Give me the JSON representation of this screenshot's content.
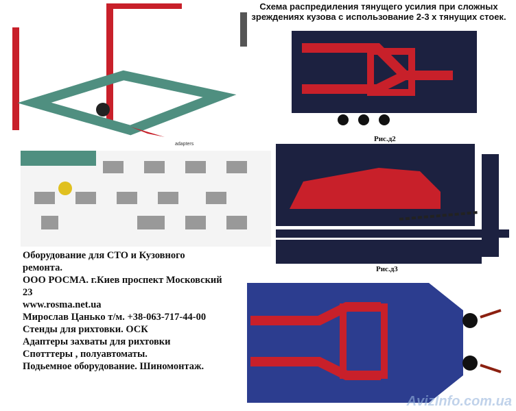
{
  "diagram_title": "Схема распредиления тянущего усилия при сложных зреждениях кузова с использование  2-3 х тянущих стоек.",
  "captions": {
    "fig2": "Рис.д2",
    "fig3": "Рис.д3"
  },
  "info_lines": [
    "Оборудование для СТО и Кузовного",
    "ремонта.",
    "ООО РОСМА. г.Киев проспект Московский",
    "23",
    "www.rosma.net.ua",
    "Мирослав Цанько т/м. +38-063-717-44-00",
    "Стенды для рихтовки. ОСК",
    "Адаптеры захваты для рихтовки",
    "Спотттеры , полуавтоматы.",
    "Подьемное оборудование. Шиномонтаж."
  ],
  "watermark": "AvizInfo.com.ua",
  "colors": {
    "frame_red": "#c8202a",
    "frame_green": "#4f8f80",
    "diagram_navy": "#1c2140",
    "diagram_blue": "#2c3d8f"
  }
}
